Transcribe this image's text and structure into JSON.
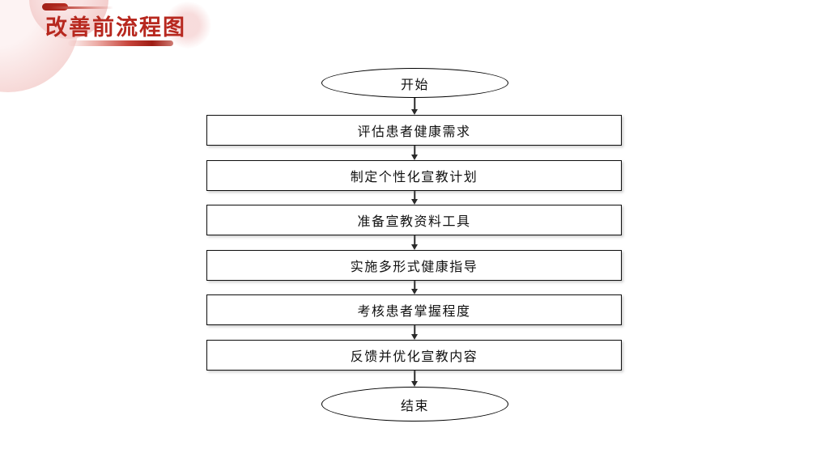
{
  "slide": {
    "title": "改善前流程图",
    "accent_color": "#b7281f",
    "decor_pink": "#f4cfcd"
  },
  "flowchart": {
    "start": {
      "label": "开始"
    },
    "steps": [
      {
        "label": "评估患者健康需求"
      },
      {
        "label": "制定个性化宣教计划"
      },
      {
        "label": "准备宣教资料工具"
      },
      {
        "label": "实施多形式健康指导"
      },
      {
        "label": "考核患者掌握程度"
      },
      {
        "label": "反馈并优化宣教内容"
      }
    ],
    "end": {
      "label": "结束"
    }
  }
}
